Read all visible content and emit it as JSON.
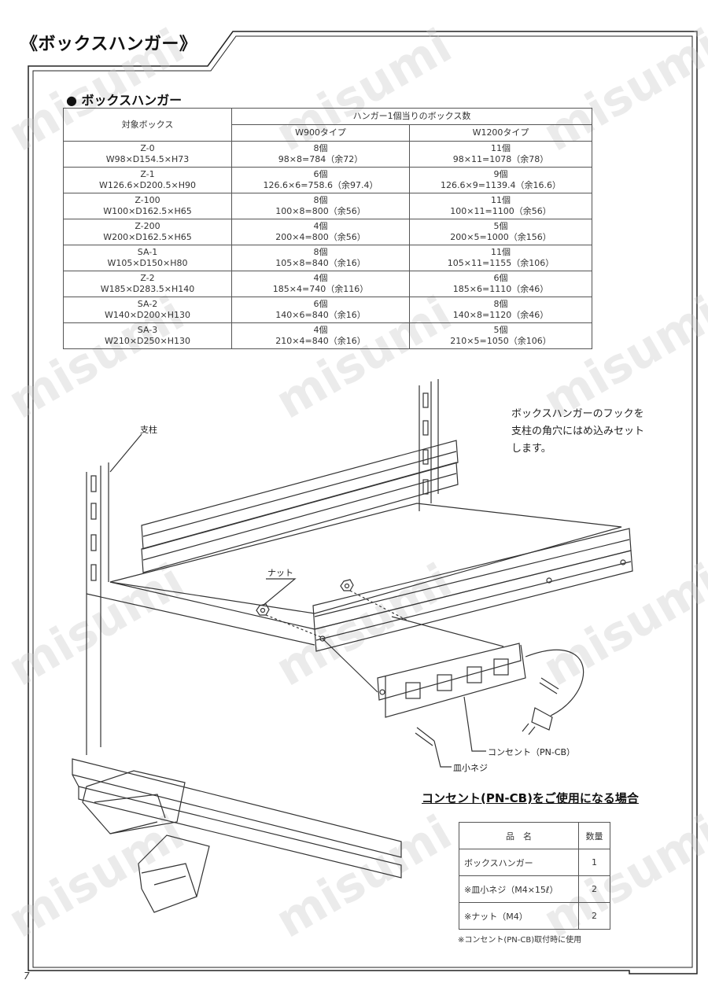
{
  "page_title": "《ボックスハンガー》",
  "section_title": "ボックスハンガー",
  "table": {
    "header_target": "対象ボックス",
    "header_group": "ハンガー1個当りのボックス数",
    "header_w900": "W900タイプ",
    "header_w1200": "W1200タイプ",
    "rows": [
      {
        "model": "Z-0",
        "dims": "W98×D154.5×H73",
        "w900_count": "8個",
        "w900_calc": "98×8=784（余72）",
        "w1200_count": "11個",
        "w1200_calc": "98×11=1078（余78）"
      },
      {
        "model": "Z-1",
        "dims": "W126.6×D200.5×H90",
        "w900_count": "6個",
        "w900_calc": "126.6×6=758.6（余97.4）",
        "w1200_count": "9個",
        "w1200_calc": "126.6×9=1139.4（余16.6）"
      },
      {
        "model": "Z-100",
        "dims": "W100×D162.5×H65",
        "w900_count": "8個",
        "w900_calc": "100×8=800（余56）",
        "w1200_count": "11個",
        "w1200_calc": "100×11=1100（余56）"
      },
      {
        "model": "Z-200",
        "dims": "W200×D162.5×H65",
        "w900_count": "4個",
        "w900_calc": "200×4=800（余56）",
        "w1200_count": "5個",
        "w1200_calc": "200×5=1000（余156）"
      },
      {
        "model": "SA-1",
        "dims": "W105×D150×H80",
        "w900_count": "8個",
        "w900_calc": "105×8=840（余16）",
        "w1200_count": "11個",
        "w1200_calc": "105×11=1155（余106）"
      },
      {
        "model": "Z-2",
        "dims": "W185×D283.5×H140",
        "w900_count": "4個",
        "w900_calc": "185×4=740（余116）",
        "w1200_count": "6個",
        "w1200_calc": "185×6=1110（余46）"
      },
      {
        "model": "SA-2",
        "dims": "W140×D200×H130",
        "w900_count": "6個",
        "w900_calc": "140×6=840（余16）",
        "w1200_count": "8個",
        "w1200_calc": "140×8=1120（余46）"
      },
      {
        "model": "SA-3",
        "dims": "W210×D250×H130",
        "w900_count": "4個",
        "w900_calc": "210×4=840（余16）",
        "w1200_count": "5個",
        "w1200_calc": "210×5=1050（余106）"
      }
    ]
  },
  "instruction_lines": [
    "ボックスハンガーのフックを",
    "支柱の角穴にはめ込みセット",
    "します。"
  ],
  "labels": {
    "post": "支柱",
    "nut": "ナット",
    "outlet": "コンセント（PN-CB）",
    "screw": "皿小ネジ"
  },
  "condition_title": "コンセント(PN-CB)をご使用になる場合",
  "parts": {
    "header_name": "品　名",
    "header_qty": "数量",
    "rows": [
      {
        "name": "ボックスハンガー",
        "qty": "1"
      },
      {
        "name": "※皿小ネジ（M4×15ℓ）",
        "qty": "2"
      },
      {
        "name": "※ナット（M4）",
        "qty": "2"
      }
    ],
    "note": "※コンセント(PN-CB)取付時に使用"
  },
  "watermark_text": "misumi",
  "page_number": "7"
}
